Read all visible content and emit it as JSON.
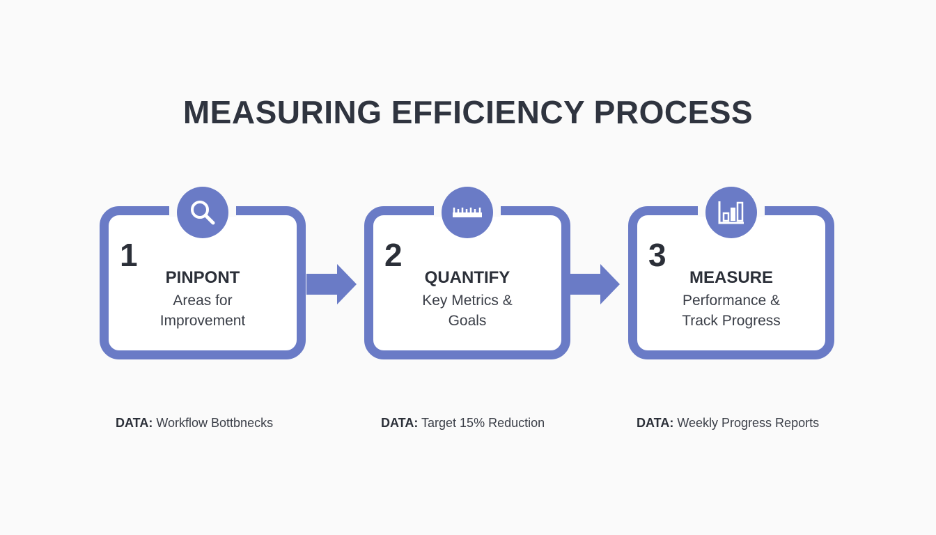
{
  "title": "MEASURING EFFICIENCY PROCESS",
  "accent": "#6a7bc6",
  "steps": [
    {
      "number": "1",
      "heading": "PINPONT",
      "line1": "Areas for",
      "line2": "Improvement",
      "icon": "magnifier-icon",
      "data_label": "DATA:",
      "data_value": "Workflow Bottbnecks"
    },
    {
      "number": "2",
      "heading": "QUANTIFY",
      "line1": "Key Metrics &",
      "line2": "Goals",
      "icon": "ruler-icon",
      "data_label": "DATA:",
      "data_value": "Target 15% Reduction"
    },
    {
      "number": "3",
      "heading": "MEASURE",
      "line1": "Performance &",
      "line2": "Track Progress",
      "icon": "bar-chart-icon",
      "data_label": "DATA:",
      "data_value": "Weekly Progress Reports"
    }
  ]
}
